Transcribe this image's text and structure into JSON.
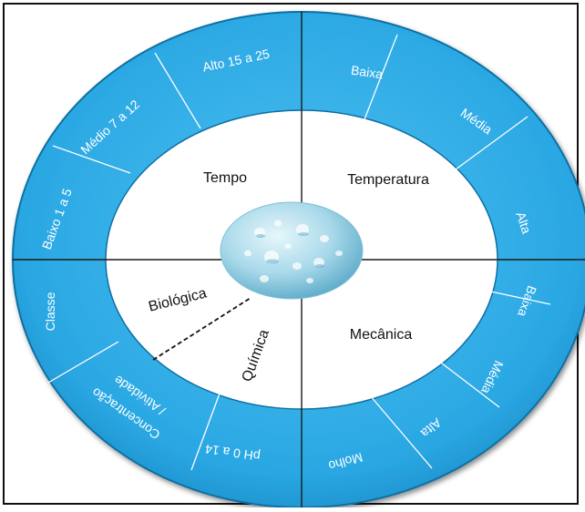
{
  "colors": {
    "ring": "#2aa7e3",
    "ring_edge": "#0d6fa3",
    "ring_text": "#ffffff",
    "inner_fill": "#ffffff",
    "lines": "#1a1a1a",
    "inner_text": "#111111",
    "border": "#111111",
    "drop_light": "#e6f6fb",
    "drop_mid": "#9fd3e6",
    "drop_dark": "#5aa9c8"
  },
  "quadrants": {
    "top_left": "Tempo",
    "top_right": "Temperatura",
    "bottom_left_upper": "Biológica",
    "bottom_left_lower": "Química",
    "bottom_right": "Mecânica"
  },
  "ring_labels": {
    "tempo_baixo": "Baixo 1 a 5",
    "tempo_medio": "Médio 7 a 12",
    "tempo_alto": "Alto 15 a 25",
    "temp_baixa": "Baixa",
    "temp_media": "Média",
    "temp_alta": "Alta",
    "mec_baixa": "Baixa",
    "mec_media": "Média",
    "mec_alta": "Alta",
    "mec_molho": "Molho",
    "quim_ph": "pH 0 a 14",
    "quim_conc_1": "Concentração",
    "quim_conc_2": "/ Atividade",
    "quim_classe": "Classe"
  },
  "center_icon": "water-drops-icon"
}
